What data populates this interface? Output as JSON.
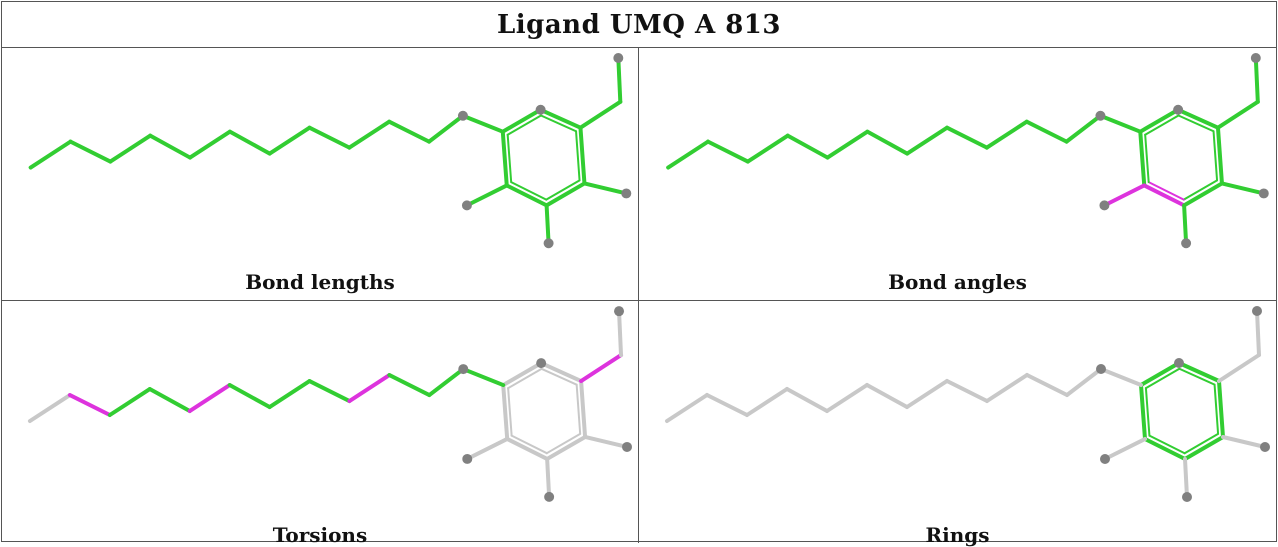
{
  "title": "Ligand UMQ A 813",
  "colors": {
    "ok": "#32cd32",
    "flag": "#dd33dd",
    "neutral": "#c8c8c8",
    "atom": "#808080"
  },
  "panels": [
    {
      "caption": "Bond lengths",
      "chain": "ok",
      "ring": "ok",
      "substituents": "ok",
      "flagged_bonds": []
    },
    {
      "caption": "Bond angles",
      "chain": "ok",
      "ring": "ok",
      "substituents": "ok",
      "flagged_bonds": [
        "ring-lower-left",
        "substituent-left"
      ]
    },
    {
      "caption": "Torsions",
      "chain": "mixed",
      "ring": "neutral",
      "substituents": "neutral",
      "flagged_bonds": [
        "chain-1",
        "chain-4",
        "chain-8",
        "substituent-top"
      ]
    },
    {
      "caption": "Rings",
      "chain": "neutral",
      "ring": "ok",
      "substituents": "neutral",
      "flagged_bonds": []
    }
  ]
}
